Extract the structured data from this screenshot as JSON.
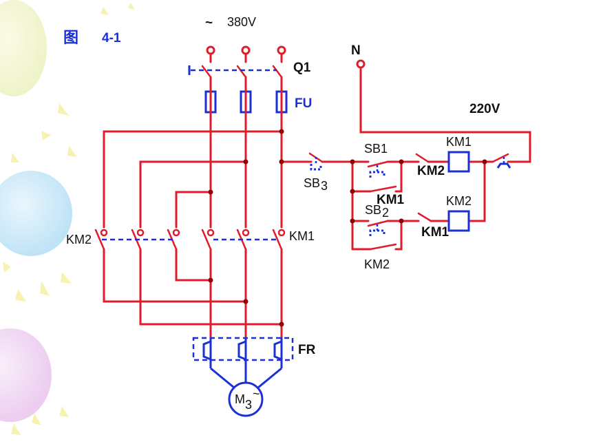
{
  "figure": {
    "label": "图",
    "number": "4-1"
  },
  "supply": {
    "three_phase": "380V",
    "tilde": "~",
    "neutral": "N",
    "control_voltage": "220V"
  },
  "components": {
    "breaker": "Q1",
    "fuse": "FU",
    "km2_main": "KM2",
    "km1_main": "KM1",
    "overload": "FR",
    "motor": "M",
    "motor_sub": "3",
    "motor_tilde": "~",
    "sb1": "SB1",
    "sb2": "SB",
    "sb2_sub": "2",
    "sb3": "SB",
    "sb3_sub": "3",
    "km1_coil": "KM1",
    "km2_coil": "KM2",
    "km2_interlock": "KM2",
    "km1_interlock": "KM1",
    "km1_hold": "KM1",
    "km2_hold": "KM2"
  },
  "colors": {
    "wire": "#e01b2a",
    "symbol": "#1a2fd6",
    "junction": "#8b0000"
  }
}
